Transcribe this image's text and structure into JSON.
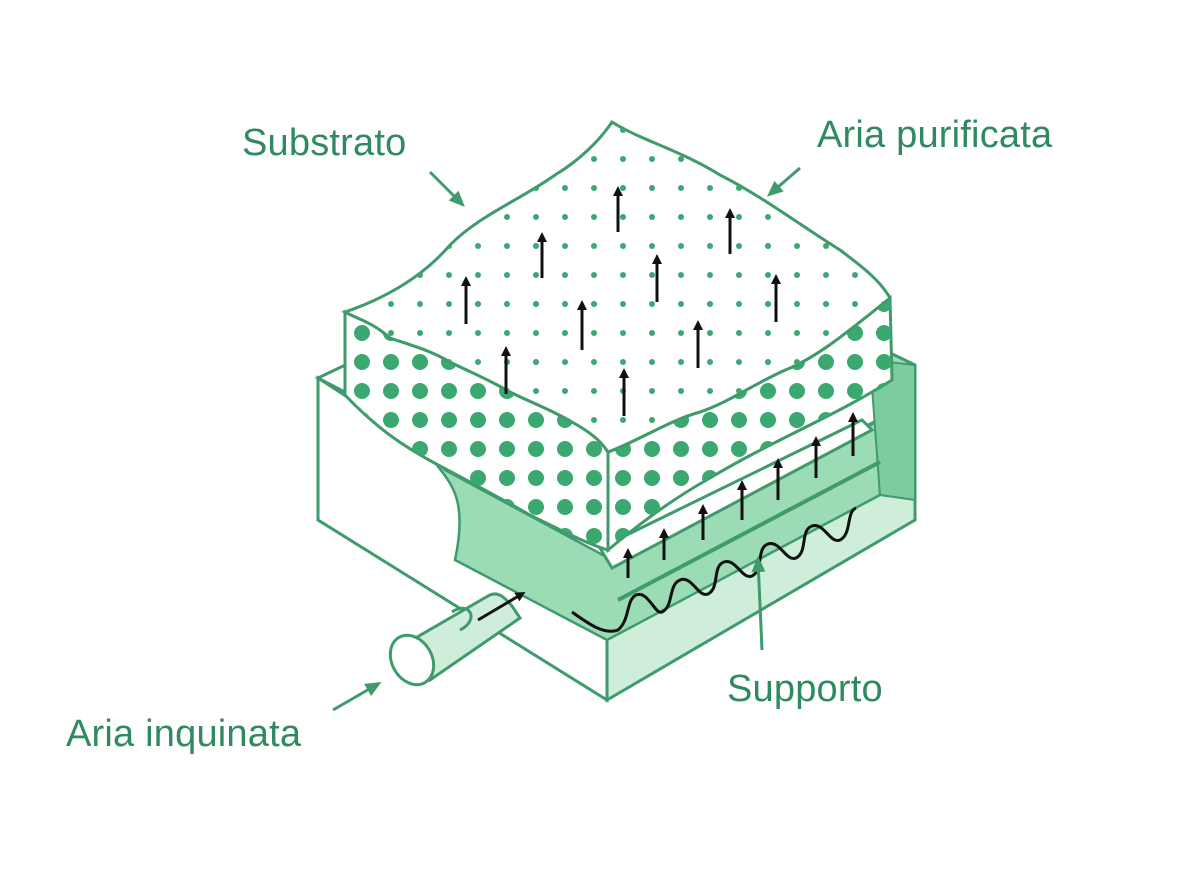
{
  "labels": {
    "substrate": "Substrato",
    "clean_air": "Aria purificata",
    "support": "Supporto",
    "polluted_air": "Aria inquinata"
  },
  "colors": {
    "label": "#2f8a5f",
    "outline": "#3f9a6c",
    "dots": "#3aa86f",
    "fill_light": "#cfeeda",
    "fill_mid": "#9bdbb6",
    "arrow": "#111111",
    "background": "#ffffff"
  }
}
